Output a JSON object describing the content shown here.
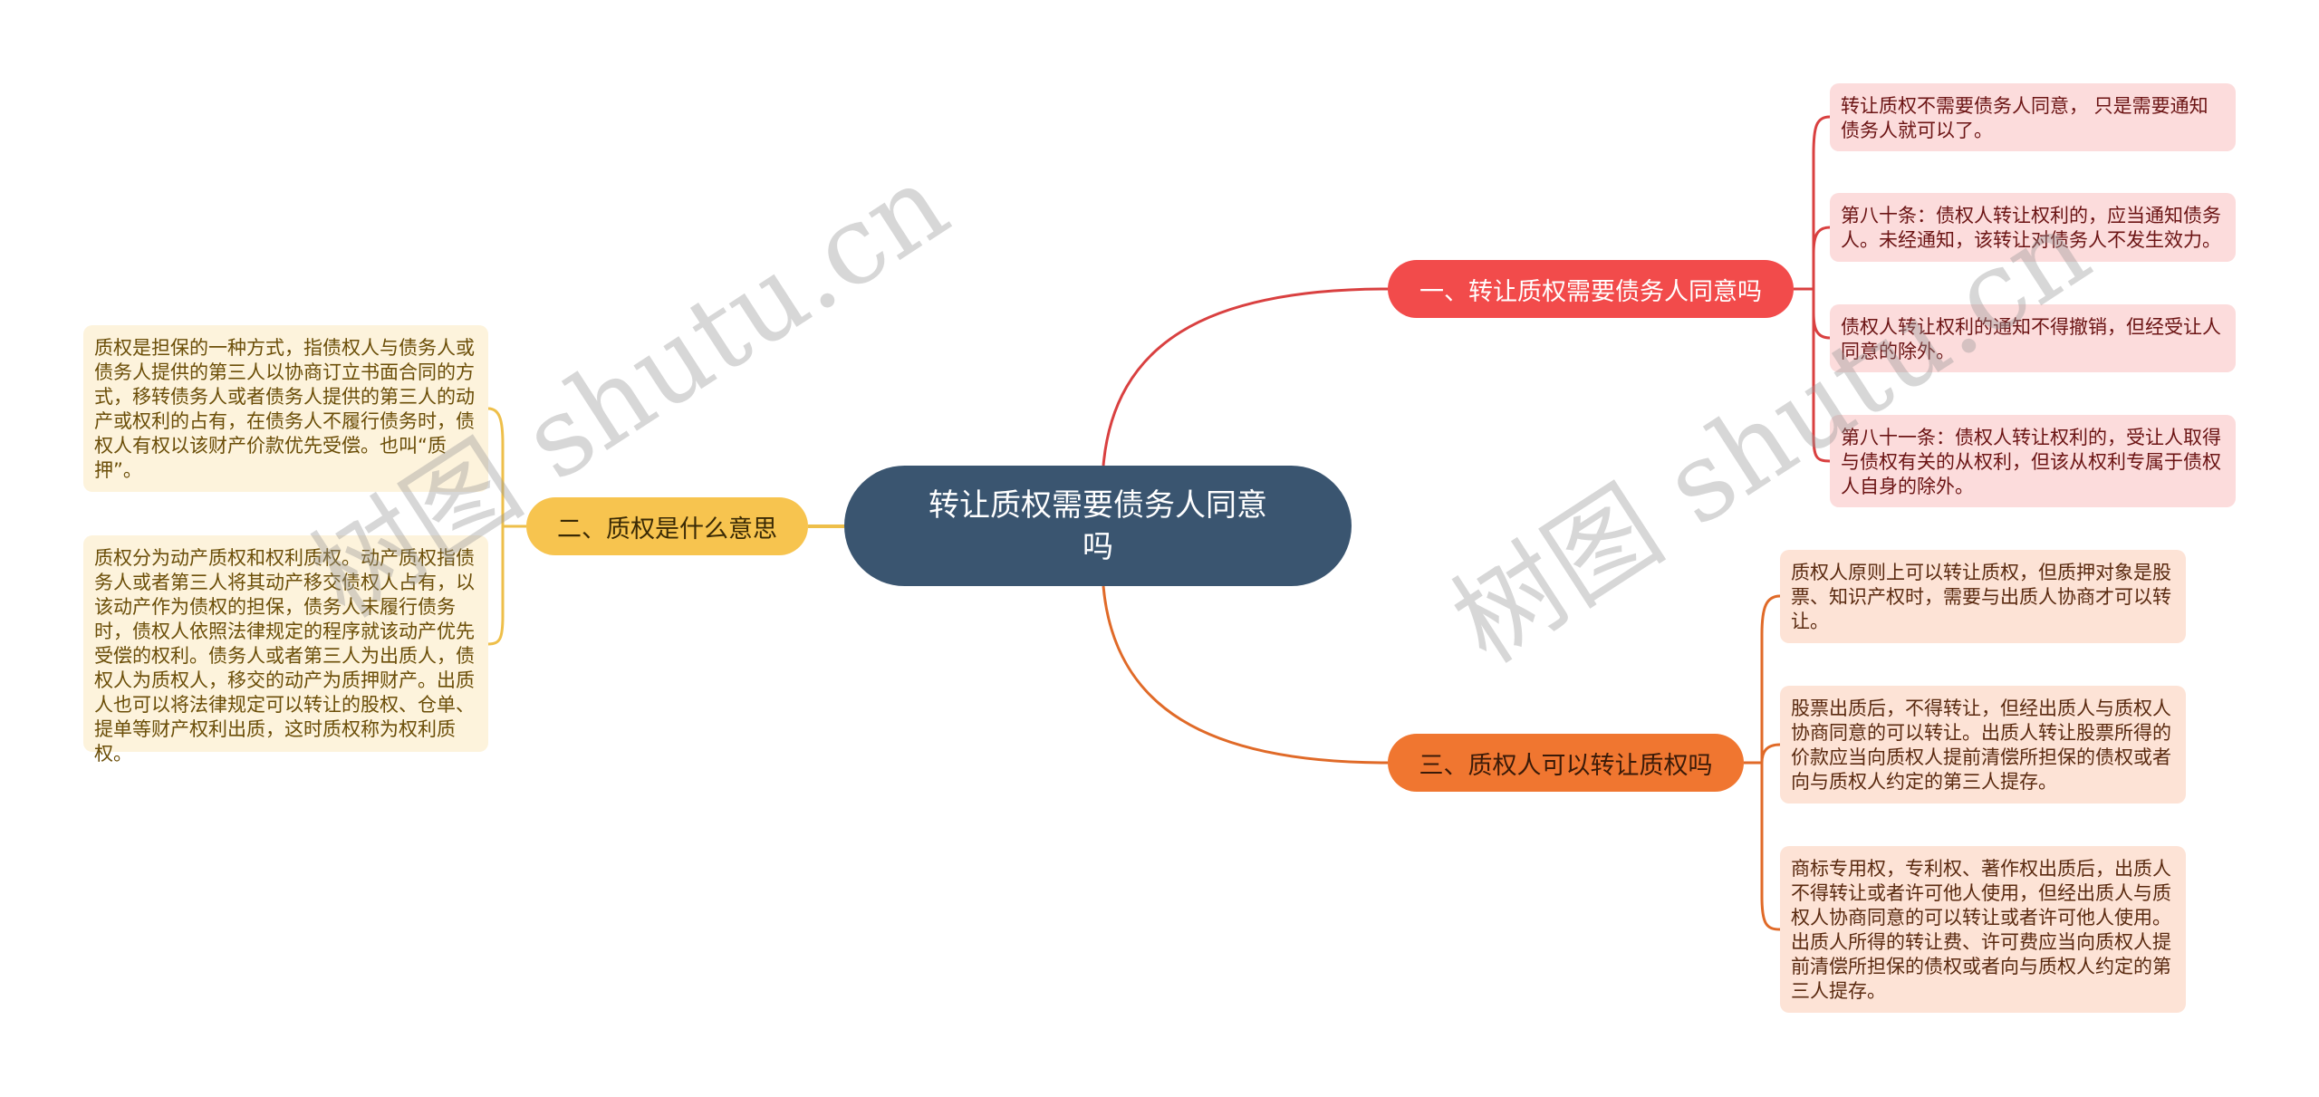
{
  "root": {
    "title": "转让质权需要债务人同意吗",
    "color": "#3a5570"
  },
  "branches": [
    {
      "label": "一、转让质权需要债务人同意吗",
      "color": "#f24b4b",
      "side": "right",
      "children": [
        "转让质权不需要债务人同意， 只是需要通知债务人就可以了。",
        "第八十条：债权人转让权利的，应当通知债务人。未经通知，该转让对债务人不发生效力。",
        "债权人转让权利的通知不得撤销，但经受让人同意的除外。",
        "第八十一条：债权人转让权利的，受让人取得与债权有关的从权利，但该从权利专属于债权人自身的除外。"
      ]
    },
    {
      "label": "二、质权是什么意思",
      "color": "#f7c44f",
      "side": "left",
      "children": [
        "质权是担保的一种方式，指债权人与债务人或债务人提供的第三人以协商订立书面合同的方式，移转债务人或者债务人提供的第三人的动产或权利的占有，在债务人不履行债务时，债权人有权以该财产价款优先受偿。也叫“质押”。",
        "质权分为动产质权和权利质权。动产质权指债务人或者第三人将其动产移交债权人占有，以该动产作为债权的担保，债务人未履行债务时，债权人依照法律规定的程序就该动产优先受偿的权利。债务人或者第三人为出质人，债权人为质权人，移交的动产为质押财产。出质人也可以将法律规定可以转让的股权、仓单、提单等财产权利出质，这时质权称为权利质权。"
      ]
    },
    {
      "label": "三、质权人可以转让质权吗",
      "color": "#f07630",
      "side": "right",
      "children": [
        "质权人原则上可以转让质权，但质押对象是股票、知识产权时，需要与出质人协商才可以转让。",
        "股票出质后，不得转让，但经出质人与质权人协商同意的可以转让。出质人转让股票所得的价款应当向质权人提前清偿所担保的债权或者向与质权人约定的第三人提存。",
        "商标专用权，专利权、著作权出质后，出质人不得转让或者许可他人使用，但经出质人与质权人协商同意的可以转让或者许可他人使用。出质人所得的转让费、许可费应当向质权人提前清偿所担保的债权或者向与质权人约定的第三人提存。"
      ]
    }
  ],
  "watermarks": [
    "树图 shutu.cn",
    "树图 shutu.cn"
  ]
}
